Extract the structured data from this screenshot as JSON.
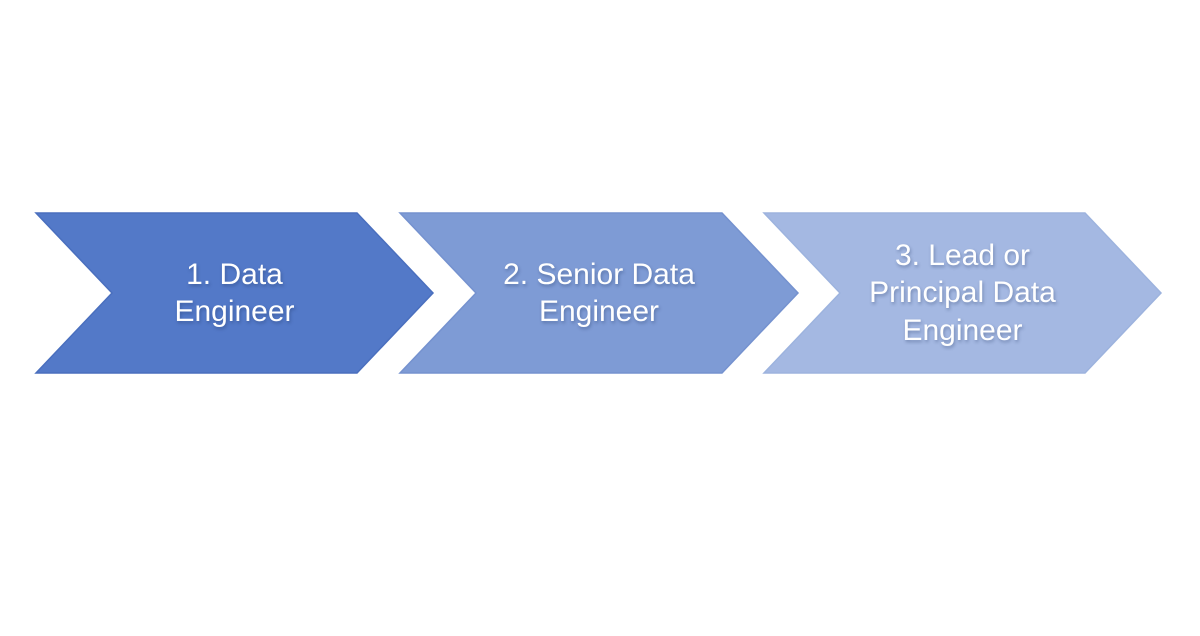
{
  "diagram": {
    "type": "process-chevron-flow",
    "background": "#ffffff",
    "text_color": "#ffffff"
  },
  "steps": [
    {
      "label": "1. Data Engineer",
      "lines": [
        "1. Data",
        "Engineer"
      ],
      "colors": {
        "fill": "#5379C8"
      }
    },
    {
      "label": "2. Senior Data Engineer",
      "lines": [
        "2. Senior Data",
        "Engineer"
      ],
      "colors": {
        "fill": "#7E9BD5"
      }
    },
    {
      "label": "3. Lead or Principal Data Engineer",
      "lines": [
        "3. Lead or",
        "Principal Data",
        "Engineer"
      ],
      "colors": {
        "fill": "#A4B8E2"
      }
    }
  ]
}
